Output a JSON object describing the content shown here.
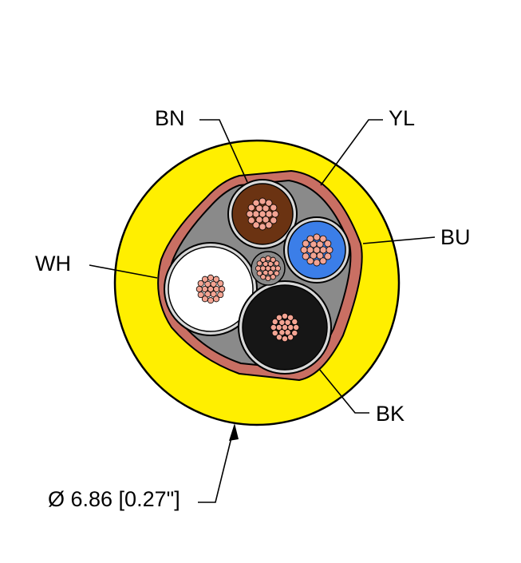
{
  "labels": {
    "bn": "BN",
    "yl": "YL",
    "bu": "BU",
    "wh": "WH",
    "bk": "BK",
    "diameter": "Ø 6.86 [0.27\"]"
  },
  "colors": {
    "jacket": "#ffef00",
    "shield": "#c96f63",
    "inner_fill": "#8a8a8a",
    "brown": "#6b3312",
    "blue": "#3b7ee8",
    "white": "#ffffff",
    "black": "#161616",
    "strand": "#f3a493"
  }
}
